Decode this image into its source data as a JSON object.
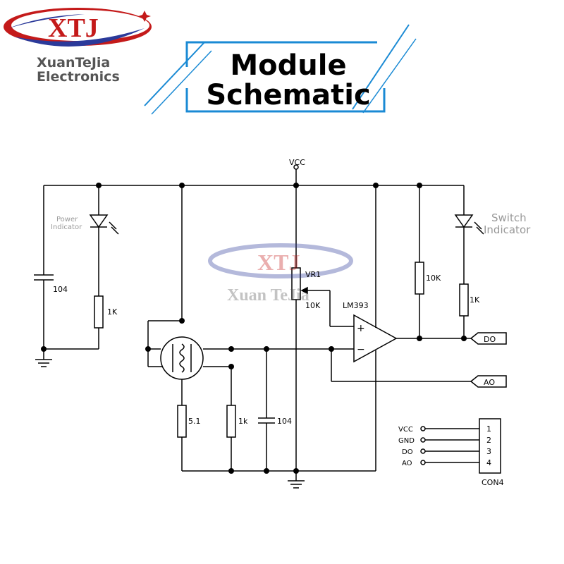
{
  "brand": {
    "logo_text": "XTJ",
    "company_line1": "XuanTeJia",
    "company_line2": "Electronics",
    "watermark_logo": "XTJ",
    "watermark_text": "Xuan TeJia"
  },
  "title": {
    "line1": "Module",
    "line2": "Schematic"
  },
  "schematic": {
    "vcc": "VCC",
    "power_indicator": [
      "Power",
      "Indicator"
    ],
    "switch_indicator": [
      "Switch",
      "Indicator"
    ],
    "cap_left": "104",
    "res_left": "1K",
    "vr_name": "VR1",
    "vr_value": "10K",
    "comparator": "LM393",
    "plus": "+",
    "minus": "−",
    "res_pullup": "10K",
    "res_led2": "1K",
    "do_label": "DO",
    "ao_label": "AO",
    "res_51": "5.1",
    "res_1k": "1k",
    "cap_bottom": "104",
    "connector": {
      "name": "CON4",
      "pins": [
        {
          "label": "VCC",
          "num": "1"
        },
        {
          "label": "GND",
          "num": "2"
        },
        {
          "label": "DO",
          "num": "3"
        },
        {
          "label": "AO",
          "num": "4"
        }
      ]
    }
  }
}
